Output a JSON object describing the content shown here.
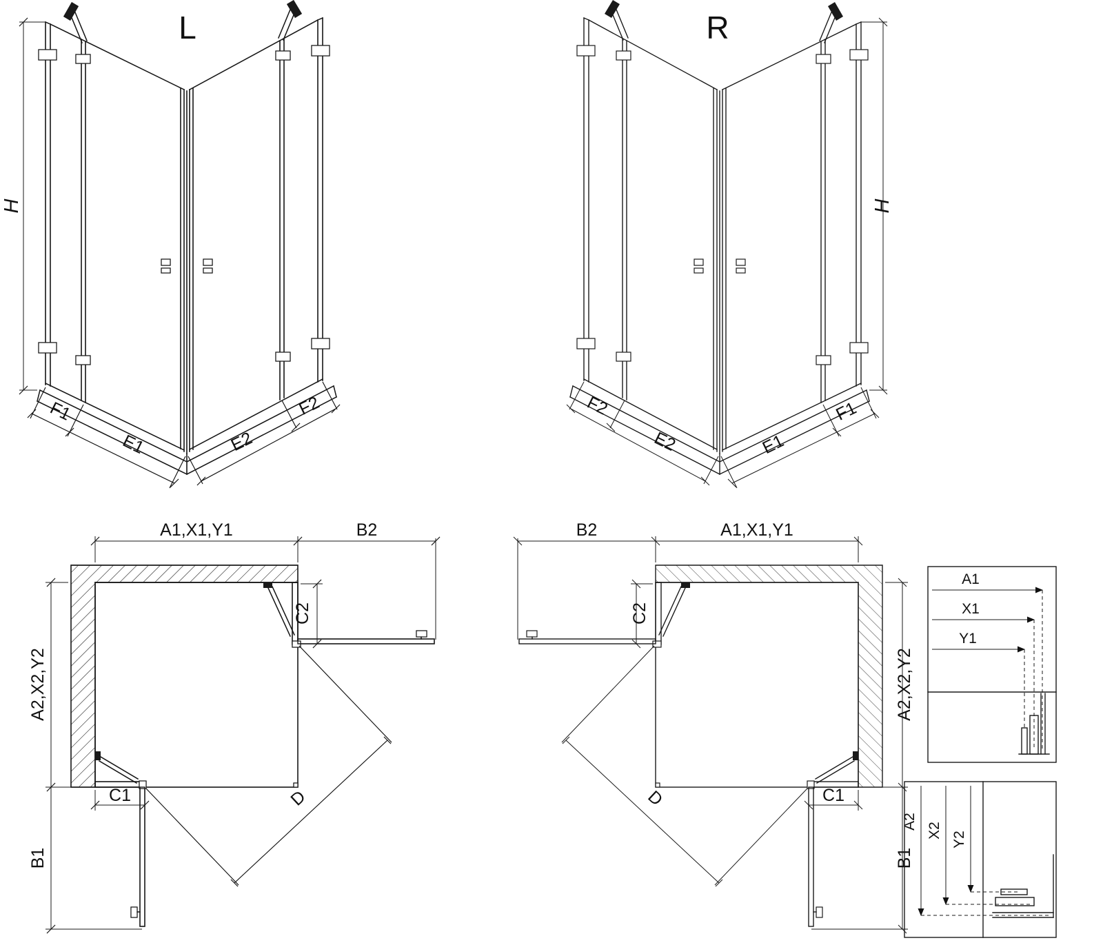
{
  "page": {
    "background": "#ffffff",
    "line_color": "#1a1a1a"
  },
  "iso_left": {
    "title": "L",
    "dim_height": "H",
    "dims_bottom": [
      "F1",
      "E1",
      "E2",
      "F2"
    ]
  },
  "iso_right": {
    "title": "R",
    "dim_height": "H",
    "dims_bottom": [
      "F2",
      "E2",
      "E1",
      "F1"
    ]
  },
  "plan_left": {
    "dim_width_top": "A1,X1,Y1",
    "dim_door_b2": "B2",
    "dim_c2": "C2",
    "dim_depth_side": "A2,X2,Y2",
    "dim_c1": "C1",
    "dim_b1": "B1",
    "dim_diagonal": "D"
  },
  "plan_right": {
    "dim_width_top": "A1,X1,Y1",
    "dim_door_b2": "B2",
    "dim_c2": "C2",
    "dim_depth_side": "A2,X2,Y2",
    "dim_c1": "C1",
    "dim_b1": "B1",
    "dim_diagonal": "D"
  },
  "detail_top": {
    "labels": [
      "A1",
      "X1",
      "Y1"
    ]
  },
  "detail_bottom": {
    "labels": [
      "A2",
      "X2",
      "Y2"
    ]
  }
}
